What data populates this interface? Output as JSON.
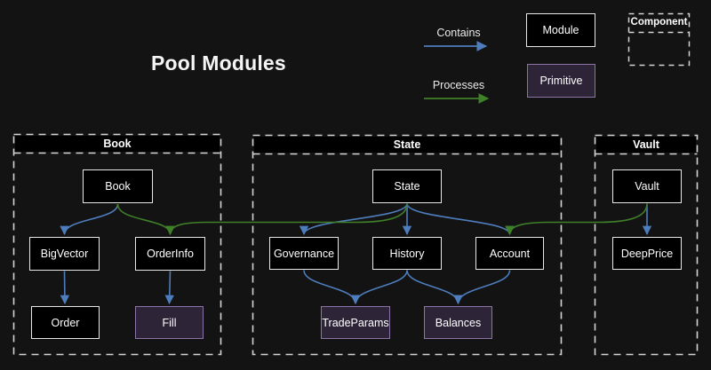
{
  "title": "Pool Modules",
  "legend": {
    "contains_label": "Contains",
    "processes_label": "Processes",
    "module_label": "Module",
    "primitive_label": "Primitive",
    "component_label": "Component"
  },
  "containers": {
    "book": {
      "label": "Book"
    },
    "state": {
      "label": "State"
    },
    "vault": {
      "label": "Vault"
    }
  },
  "nodes": {
    "book": {
      "label": "Book",
      "type": "module"
    },
    "bigvector": {
      "label": "BigVector",
      "type": "module"
    },
    "orderinfo": {
      "label": "OrderInfo",
      "type": "module"
    },
    "order": {
      "label": "Order",
      "type": "module"
    },
    "fill": {
      "label": "Fill",
      "type": "primitive"
    },
    "state": {
      "label": "State",
      "type": "module"
    },
    "governance": {
      "label": "Governance",
      "type": "module"
    },
    "history": {
      "label": "History",
      "type": "module"
    },
    "account": {
      "label": "Account",
      "type": "module"
    },
    "tradeparams": {
      "label": "TradeParams",
      "type": "primitive"
    },
    "balances": {
      "label": "Balances",
      "type": "primitive"
    },
    "vault": {
      "label": "Vault",
      "type": "module"
    },
    "deepprice": {
      "label": "DeepPrice",
      "type": "module"
    }
  },
  "edges": {
    "contains": [
      {
        "from": "Book",
        "to": "BigVector"
      },
      {
        "from": "BigVector",
        "to": "Order"
      },
      {
        "from": "OrderInfo",
        "to": "Fill"
      },
      {
        "from": "State",
        "to": "Governance"
      },
      {
        "from": "State",
        "to": "History"
      },
      {
        "from": "State",
        "to": "Account"
      },
      {
        "from": "Governance",
        "to": "TradeParams"
      },
      {
        "from": "History",
        "to": "TradeParams"
      },
      {
        "from": "History",
        "to": "Balances"
      },
      {
        "from": "Account",
        "to": "Balances"
      },
      {
        "from": "Vault",
        "to": "DeepPrice"
      }
    ],
    "processes": [
      {
        "from": "Book",
        "to": "OrderInfo"
      },
      {
        "from": "State",
        "to": "OrderInfo"
      },
      {
        "from": "Vault",
        "to": "Account"
      }
    ]
  },
  "colors": {
    "background": "#131313",
    "contains_blue": "#4e7dbd",
    "processes_green": "#3f7f28",
    "module_fill": "#000000",
    "module_border": "#e8e8e8",
    "primitive_fill": "#2e2438",
    "primitive_border": "#8d74a6",
    "container_dash": "#d4d4d4",
    "text": "#ffffff"
  }
}
